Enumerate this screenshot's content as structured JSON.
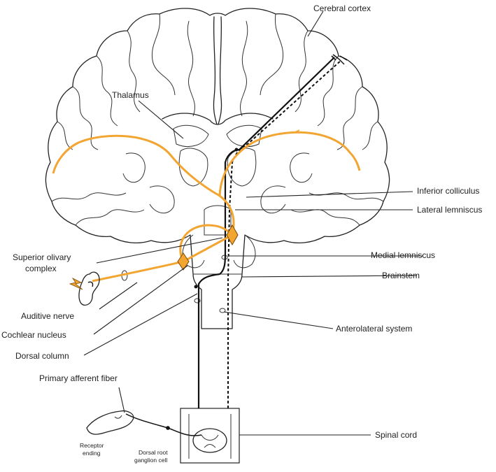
{
  "labels": {
    "cerebral_cortex": "Cerebral cortex",
    "thalamus": "Thalamus",
    "inferior_colliculus": "Inferior colliculus",
    "lateral_lemniscus": "Lateral lemniscus",
    "superior_olivary_1": "Superior olivary",
    "superior_olivary_2": "complex",
    "medial_lemniscus": "Medial lemniscus",
    "brainstem": "Brainstem",
    "auditive_nerve": "Auditive nerve",
    "cochlear_nucleus": "Cochlear nucleus",
    "anterolateral_system": "Anterolateral system",
    "dorsal_column": "Dorsal column",
    "primary_afferent_fiber": "Primary afferent fiber",
    "spinal_cord": "Spinal cord",
    "receptor_1": "Receptor",
    "receptor_2": "ending",
    "drg_1": "Dorsal root",
    "drg_2": "ganglion cell"
  },
  "colors": {
    "auditory_pathway": "#f2a531",
    "line_art": "#222222"
  }
}
